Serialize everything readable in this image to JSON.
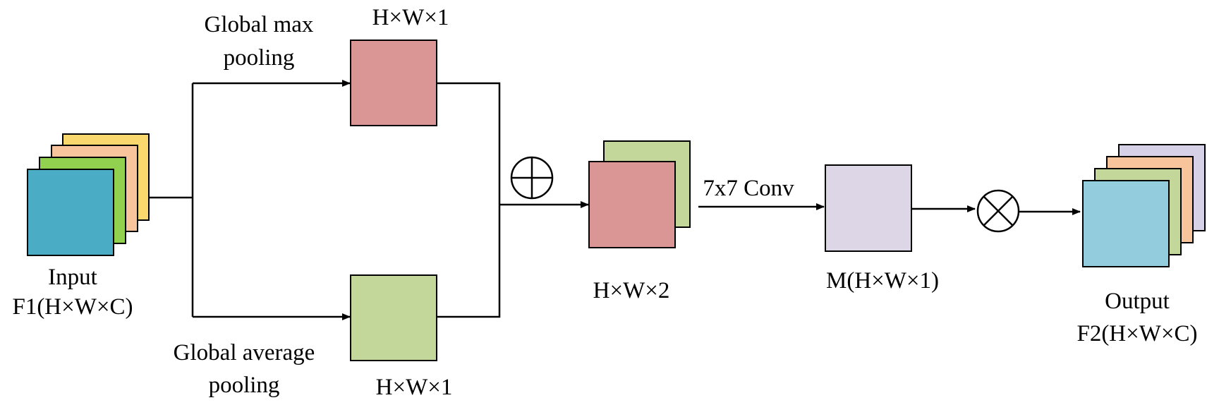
{
  "labels": {
    "input_line1": "Input",
    "input_line2": "F1(H×W×C)",
    "max_pool_line1": "Global max",
    "max_pool_line2": "pooling",
    "max_dim": "H×W×1",
    "avg_pool_line1": "Global average",
    "avg_pool_line2": "pooling",
    "avg_dim": "H×W×1",
    "concat_dim": "H×W×2",
    "conv": "7x7 Conv",
    "attention_map": "M(H×W×1)",
    "output_line1": "Output",
    "output_line2": "F2(H×W×C)"
  },
  "operators": {
    "add": "circle-plus-icon",
    "multiply": "circle-times-icon"
  },
  "colors": {
    "input_stack": [
      "#F9D86E",
      "#F7C49C",
      "#92D050",
      "#4BACC6"
    ],
    "max_pool_map": "#D99694",
    "avg_pool_map": "#C4D79B",
    "concat_back": "#C4D79B",
    "concat_front": "#D99694",
    "attention_map": "#DCD6E6",
    "output_stack": [
      "#D6D1E6",
      "#F7C49C",
      "#C4D79B",
      "#93CDDD"
    ]
  }
}
